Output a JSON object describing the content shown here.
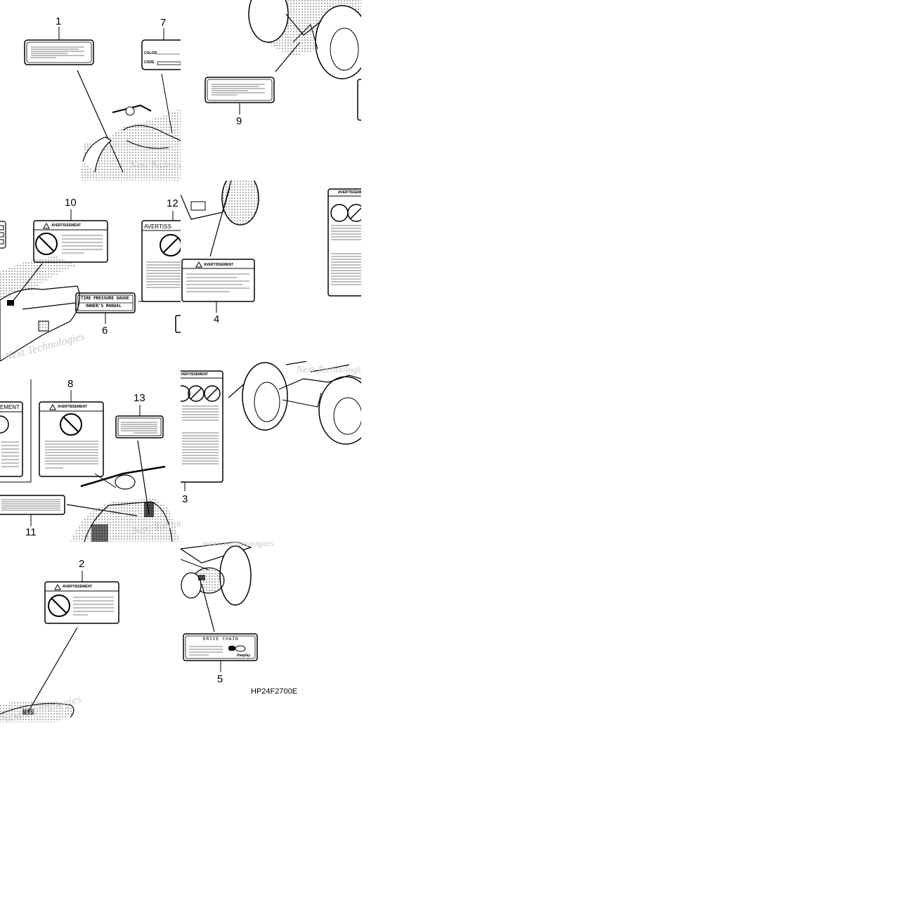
{
  "callouts": {
    "n1": "1",
    "n2": "2",
    "n3": "3",
    "n4": "4",
    "n5": "5",
    "n6": "6",
    "n7": "7",
    "n8": "8",
    "n9": "9",
    "n10": "10",
    "n11": "11",
    "n12": "12",
    "n13": "13"
  },
  "labels": {
    "color": "COLOR",
    "code": "CODE",
    "avertissement": "AVERTISSEMENT",
    "avertissement_partial_12": "AVERTISS",
    "avertissement_partial_left": "EMENT",
    "tire_pressure_gauge": "TIRE PRESSURE GAUGE",
    "owners_manual": "OWNER'S MANUAL",
    "drive_chain": "DRIVE CHAIN",
    "freeplay": "freeplay"
  },
  "diagram_code": "HP24F2700E",
  "watermark": "Next Technologies",
  "colors": {
    "line": "#000000",
    "background": "#ffffff",
    "watermark": "#c9c9c9"
  }
}
